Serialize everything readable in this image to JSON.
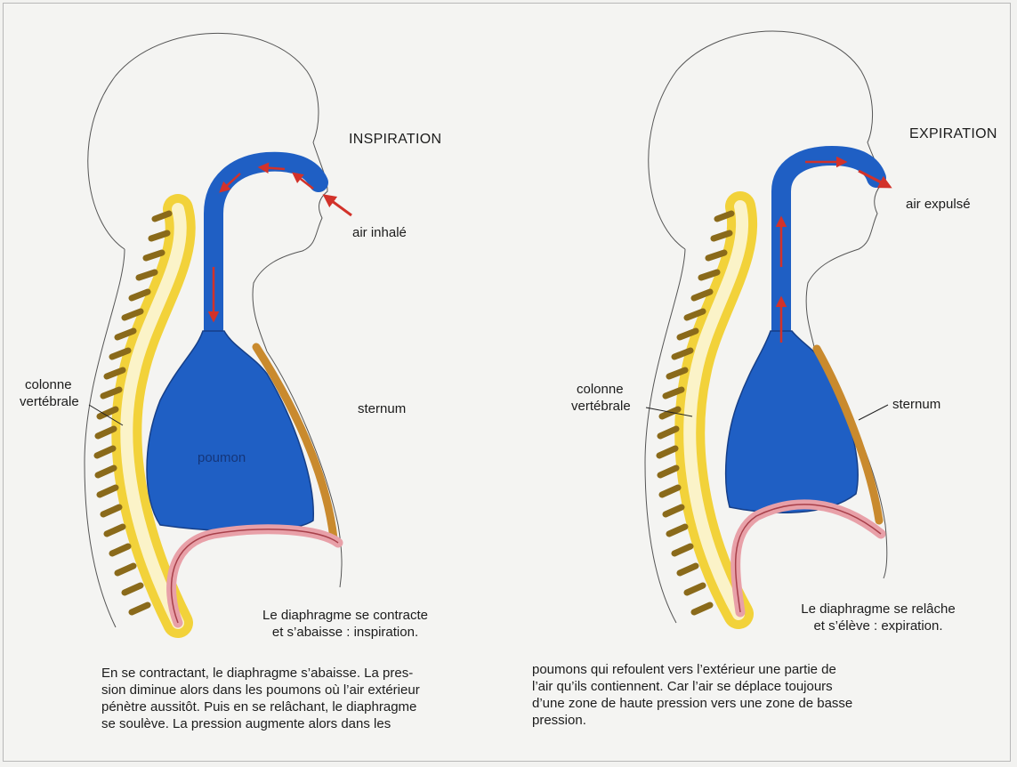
{
  "left_panel": {
    "title": "INSPIRATION",
    "air_label": "air inhalé",
    "spine_label_line1": "colonne",
    "spine_label_line2": "vertébrale",
    "sternum_label": "sternum",
    "lung_label": "poumon",
    "caption_line1": "Le diaphragme se contracte",
    "caption_line2": "et s’abaisse : inspiration."
  },
  "right_panel": {
    "title": "EXPIRATION",
    "air_label": "air expulsé",
    "spine_label_line1": "colonne",
    "spine_label_line2": "vertébrale",
    "sternum_label": "sternum",
    "caption_line1": "Le diaphragme se relâche",
    "caption_line2": "et s’élève : expiration."
  },
  "body_text": {
    "col1": [
      "En se contractant, le diaphragme s’abaisse. La pres-",
      "sion diminue alors dans les poumons où l’air extérieur",
      "pénètre aussitôt. Puis en se relâchant, le diaphragme",
      "se soulève. La pression augmente alors dans les"
    ],
    "col2": [
      "poumons qui refoulent vers l’extérieur une partie de",
      "l’air qu’ils contiennent. Car l’air se déplace toujours",
      "d’une zone de haute pression vers une zone de basse",
      "pression."
    ]
  },
  "colors": {
    "airway_blue": "#1f5fc4",
    "arrow_red": "#d2322a",
    "spine_yellow": "#f2d23a",
    "sternum_tan": "#c98a2e",
    "diaphragm_pink": "#e8a0a8"
  }
}
